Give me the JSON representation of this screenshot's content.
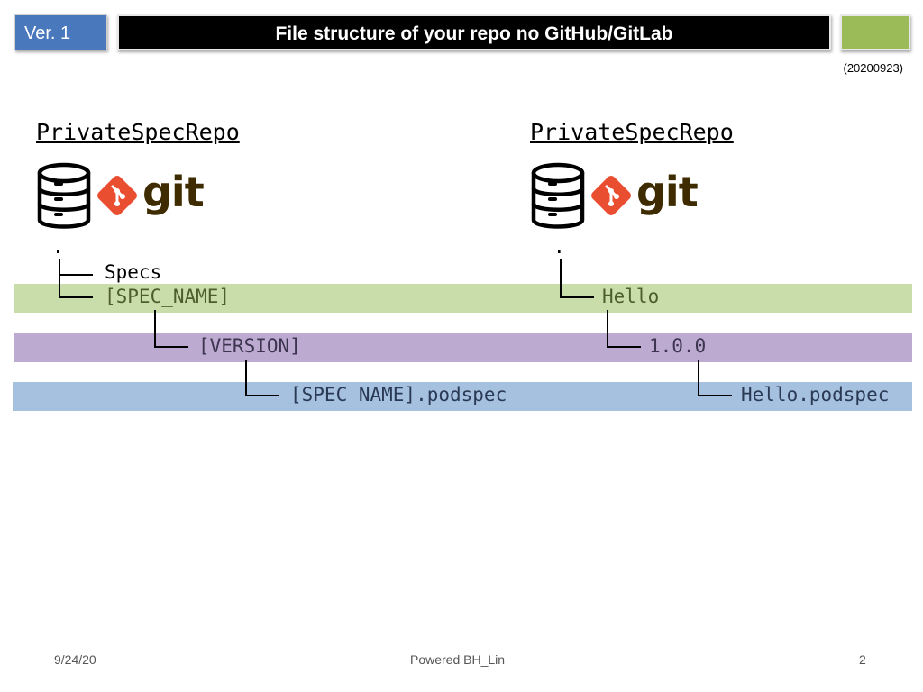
{
  "header": {
    "version_label": "Ver. 1",
    "title": "File structure of your repo no GitHub/GitLab",
    "date_stamp": "(20200923)"
  },
  "left_repo": {
    "name": "PrivateSpecRepo",
    "git_label": "git",
    "root": ".",
    "specs_label": "Specs",
    "spec_name": "[SPEC_NAME]",
    "version": "[VERSION]",
    "podspec": "[SPEC_NAME].podspec"
  },
  "right_repo": {
    "name": "PrivateSpecRepo",
    "git_label": "git",
    "root": ".",
    "spec_name": "Hello",
    "version": "1.0.0",
    "podspec": "Hello.podspec"
  },
  "footer": {
    "date": "9/24/20",
    "author": "Powered BH_Lin",
    "page_number": "2"
  },
  "colors": {
    "version_badge": "#4a78bd",
    "title_bar": "#000000",
    "green_box": "#9bbb59",
    "band_green": "#c9ddab",
    "band_purple": "#bcaad0",
    "band_blue": "#a5c1df",
    "git_logo": "#e94e31"
  }
}
